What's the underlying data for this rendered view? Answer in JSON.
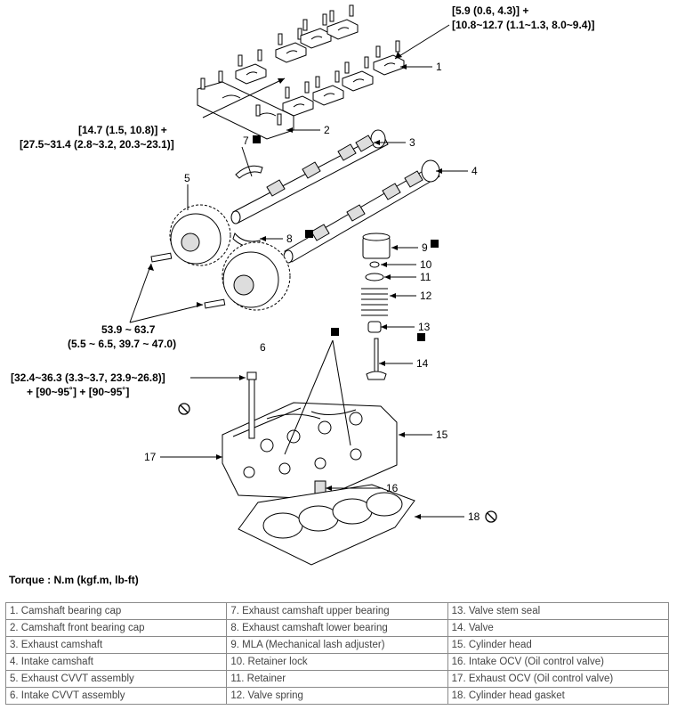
{
  "torque_specs": {
    "cap_bolt": [
      "[5.9 (0.6, 4.3)] +",
      "[10.8~12.7 (1.1~1.3, 8.0~9.4)]"
    ],
    "front_cap_bolt": [
      "[14.7 (1.5, 10.8)] +",
      "[27.5~31.4 (2.8~3.2, 20.3~23.1)]"
    ],
    "cvvt_bolt": [
      "53.9 ~ 63.7",
      "(5.5 ~ 6.5, 39.7 ~ 47.0)"
    ],
    "head_bolt": [
      "[32.4~36.3 (3.3~3.7, 23.9~26.8)]",
      "+ [90~95˚] + [90~95˚]"
    ]
  },
  "callouts": [
    "1",
    "2",
    "3",
    "4",
    "5",
    "6",
    "7",
    "8",
    "9",
    "10",
    "11",
    "12",
    "13",
    "14",
    "15",
    "16",
    "17",
    "18"
  ],
  "torque_unit_label": "Torque : N.m (kgf.m, lb-ft)",
  "legend_rows": [
    [
      "1. Camshaft bearing cap",
      "7. Exhaust camshaft upper bearing",
      "13. Valve stem seal"
    ],
    [
      "2. Camshaft front bearing cap",
      "8. Exhaust camshaft lower bearing",
      "14. Valve"
    ],
    [
      "3. Exhaust camshaft",
      "9. MLA (Mechanical lash adjuster)",
      "15. Cylinder head"
    ],
    [
      "4. Intake camshaft",
      "10. Retainer lock",
      "16. Intake OCV (Oil control valve)"
    ],
    [
      "5. Exhaust CVVT assembly",
      "11. Retainer",
      "17. Exhaust OCV (Oil control valve)"
    ],
    [
      "6. Intake CVVT assembly",
      "12. Valve spring",
      "18. Cylinder head gasket"
    ]
  ]
}
